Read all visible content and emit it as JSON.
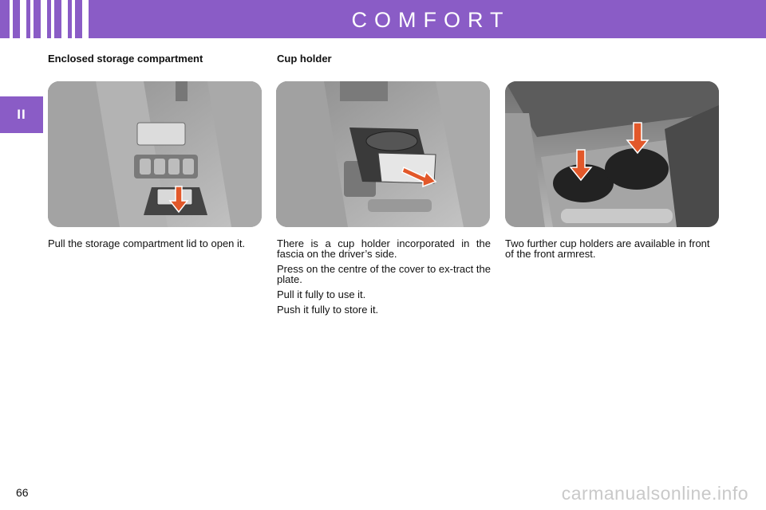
{
  "header": {
    "title": "COMFORT",
    "stripes": 8,
    "color": "#8a5cc6"
  },
  "section_tab": {
    "label": "II"
  },
  "columns": [
    {
      "heading": "Enclosed storage compartment",
      "paragraphs": [
        "Pull the storage compartment lid to open it."
      ]
    },
    {
      "heading": "Cup holder",
      "paragraphs": [
        "There is a cup holder incorporated in the fascia on the driver’s side.",
        "Press on the centre of the cover to ex-tract the plate.",
        "Pull it fully to use it.",
        "Push it fully to store it."
      ]
    },
    {
      "heading": "",
      "paragraphs": [
        "Two further cup holders are available in front of the front armrest."
      ]
    }
  ],
  "footer": {
    "page_number": "66",
    "watermark": "carmanualsonline.info"
  },
  "accent_colors": {
    "arrow": "#e2582a",
    "arrow_edge": "#ffffff"
  }
}
